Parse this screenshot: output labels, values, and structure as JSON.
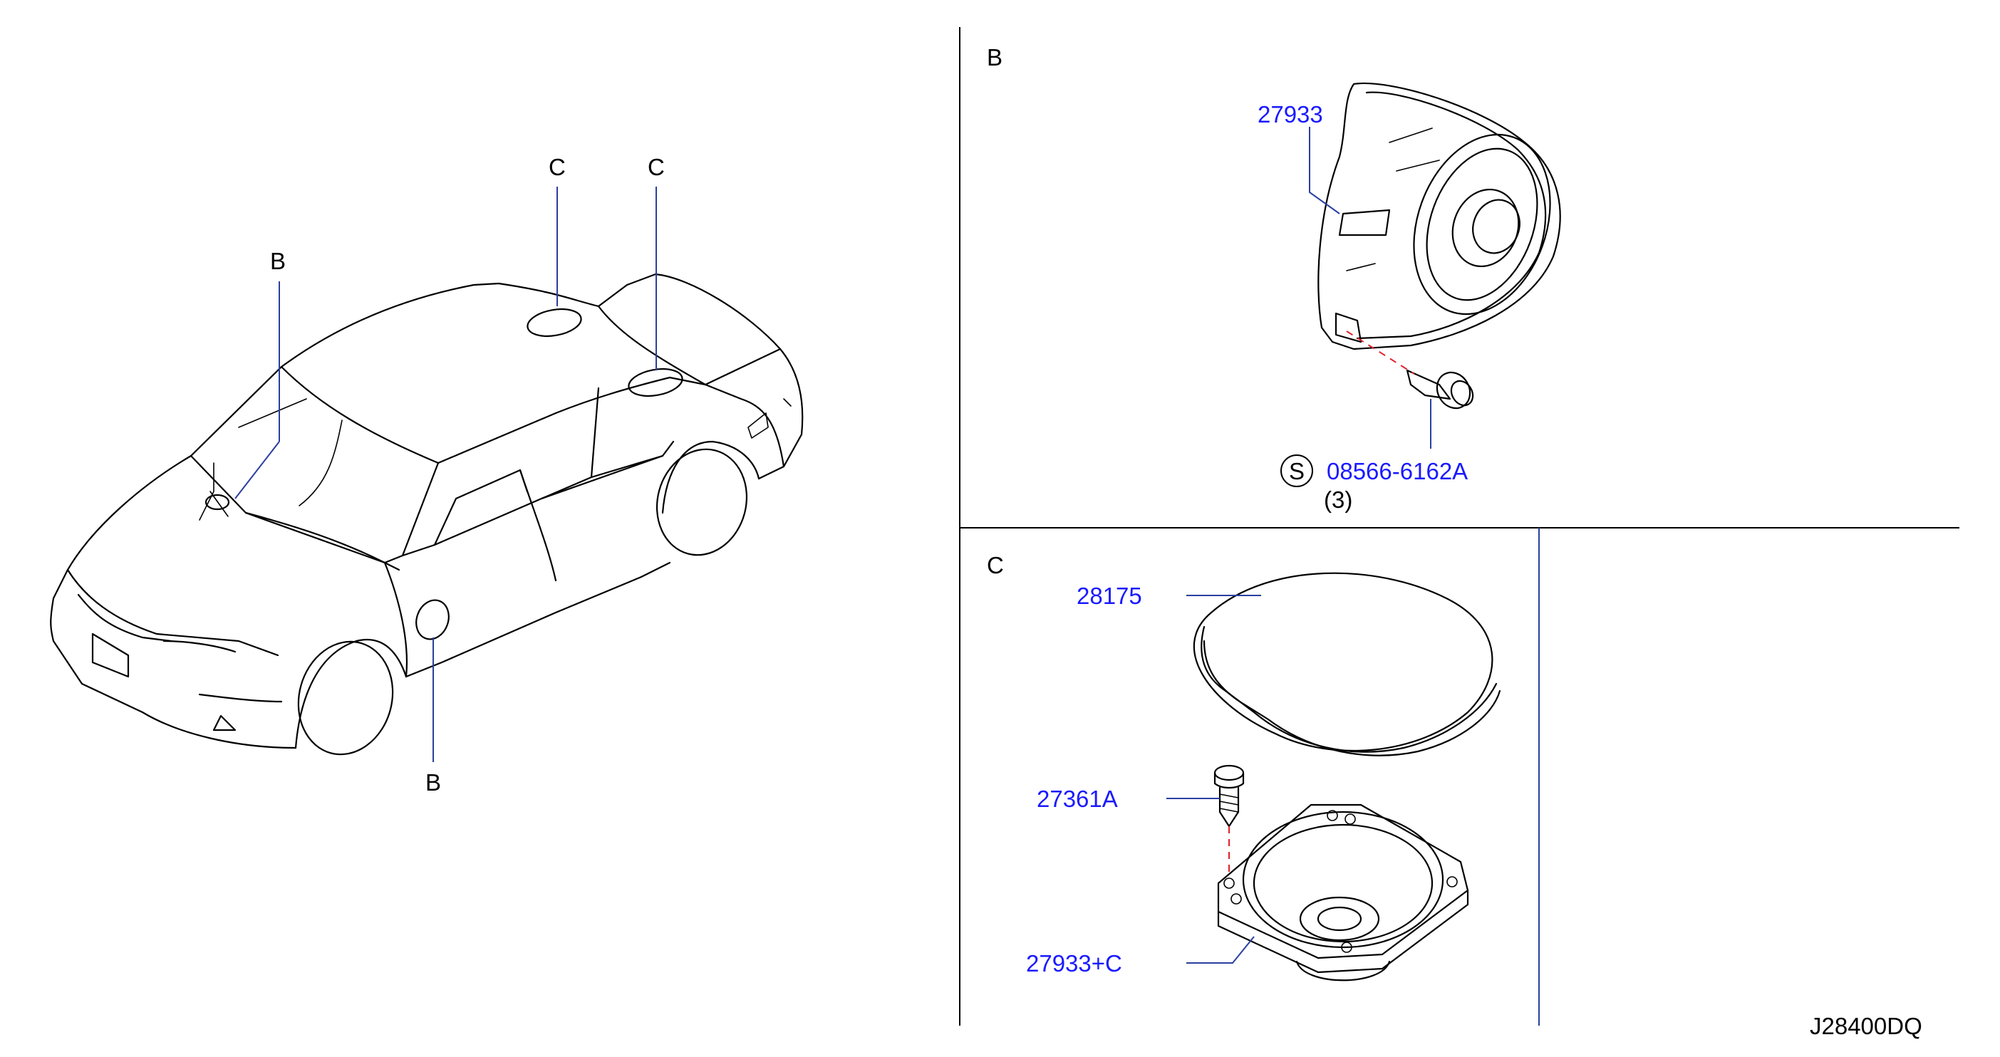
{
  "diagram_code": "J28400DQ",
  "overview": {
    "callouts": [
      "B",
      "C",
      "C",
      "B"
    ]
  },
  "section_b": {
    "title": "B",
    "part_speaker": "27933",
    "part_screw": "08566-6162A",
    "screw_symbol": "S",
    "screw_qty": "(3)"
  },
  "section_c": {
    "title": "C",
    "part_grille": "28175",
    "part_bolt": "27361A",
    "part_speaker": "27933+C"
  },
  "colors": {
    "part_number": "#1a1aff",
    "leader_line": "#2a3fa0",
    "dashed_axis": "#e0202a"
  }
}
